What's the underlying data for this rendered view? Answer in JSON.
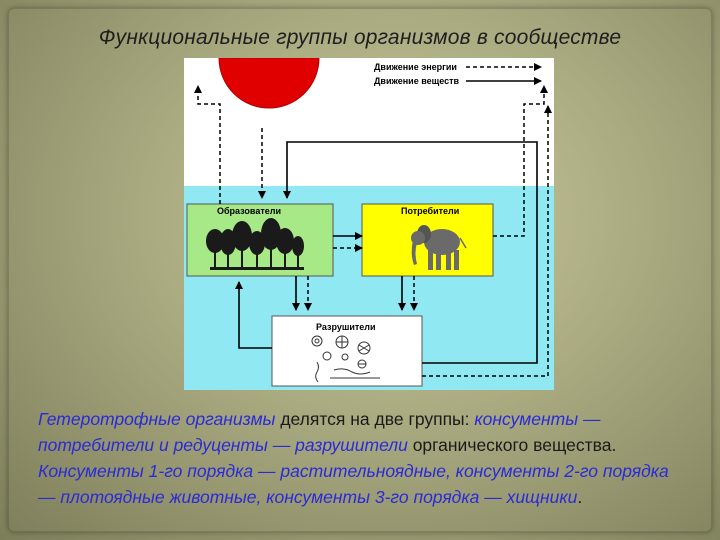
{
  "slide": {
    "title": "Функциональные группы организмов в сообществе"
  },
  "diagram": {
    "legend": {
      "energy": "Движение энергии",
      "matter": "Движение веществ"
    },
    "boxes": {
      "producers": "Образователи",
      "consumers": "Потребители",
      "decomposers": "Разрушители"
    },
    "colors": {
      "sun": "#e00000",
      "water": "#8fe8f2",
      "producers_box": "#a6e986",
      "consumers_box": "#ffff00",
      "decomposers_box": "#ffffff"
    }
  },
  "text": {
    "p1": "Гетеротрофные организмы",
    "p2": " делятся на две группы: ",
    "p3": "консументы — потребители и редуценты — разрушители",
    "p4": " органического вещества. ",
    "p5": "Консументы 1-го порядка — растительноядные, консументы 2-го порядка — плотоядные животные, консументы 3-го порядка — хищники",
    "p6": "."
  }
}
